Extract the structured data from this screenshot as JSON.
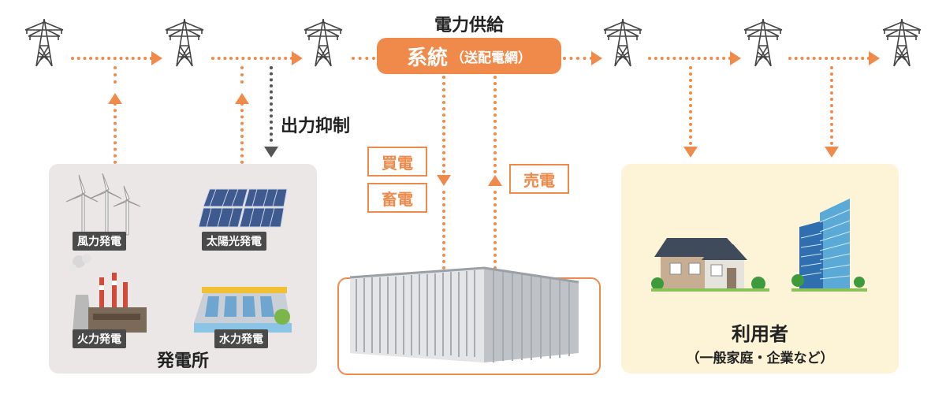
{
  "grid": {
    "title": "電力供給",
    "name": "系統",
    "subname": "（送配電網）"
  },
  "curtailment_label": "出力抑制",
  "flows": {
    "buy": "買電",
    "store": "畜電",
    "sell": "売電"
  },
  "power_plants": {
    "caption": "発電所",
    "wind": "風力発電",
    "solar": "太陽光発電",
    "thermal": "火力発電",
    "hydro": "水力発電"
  },
  "users": {
    "caption": "利用者",
    "subcaption": "（一般家庭・企業など）"
  },
  "colors": {
    "accent": "#f08a4b",
    "plant_panel": "#ebe7e6",
    "user_panel": "#fdf3d6",
    "tag_bg": "#4a4a4a"
  }
}
